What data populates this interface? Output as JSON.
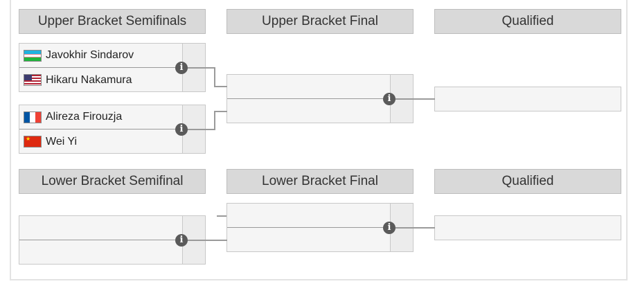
{
  "headers": {
    "upper_semis": "Upper Bracket Semifinals",
    "upper_final": "Upper Bracket Final",
    "upper_qualified": "Qualified",
    "lower_semi": "Lower Bracket Semifinal",
    "lower_final": "Lower Bracket Final",
    "lower_qualified": "Qualified"
  },
  "upper_semis": [
    {
      "players": [
        {
          "name": "Javokhir Sindarov",
          "flag": "uzbekistan-flag-icon"
        },
        {
          "name": "Hikaru Nakamura",
          "flag": "usa-flag-icon"
        }
      ]
    },
    {
      "players": [
        {
          "name": "Alireza Firouzja",
          "flag": "france-flag-icon"
        },
        {
          "name": "Wei Yi",
          "flag": "china-flag-icon"
        }
      ]
    }
  ],
  "info_glyph": "i",
  "colors": {
    "header_bg": "#d9d9d9",
    "match_bg": "#f5f5f5",
    "connector": "#9a9a9a",
    "info_icon": "#5a5a5a"
  }
}
